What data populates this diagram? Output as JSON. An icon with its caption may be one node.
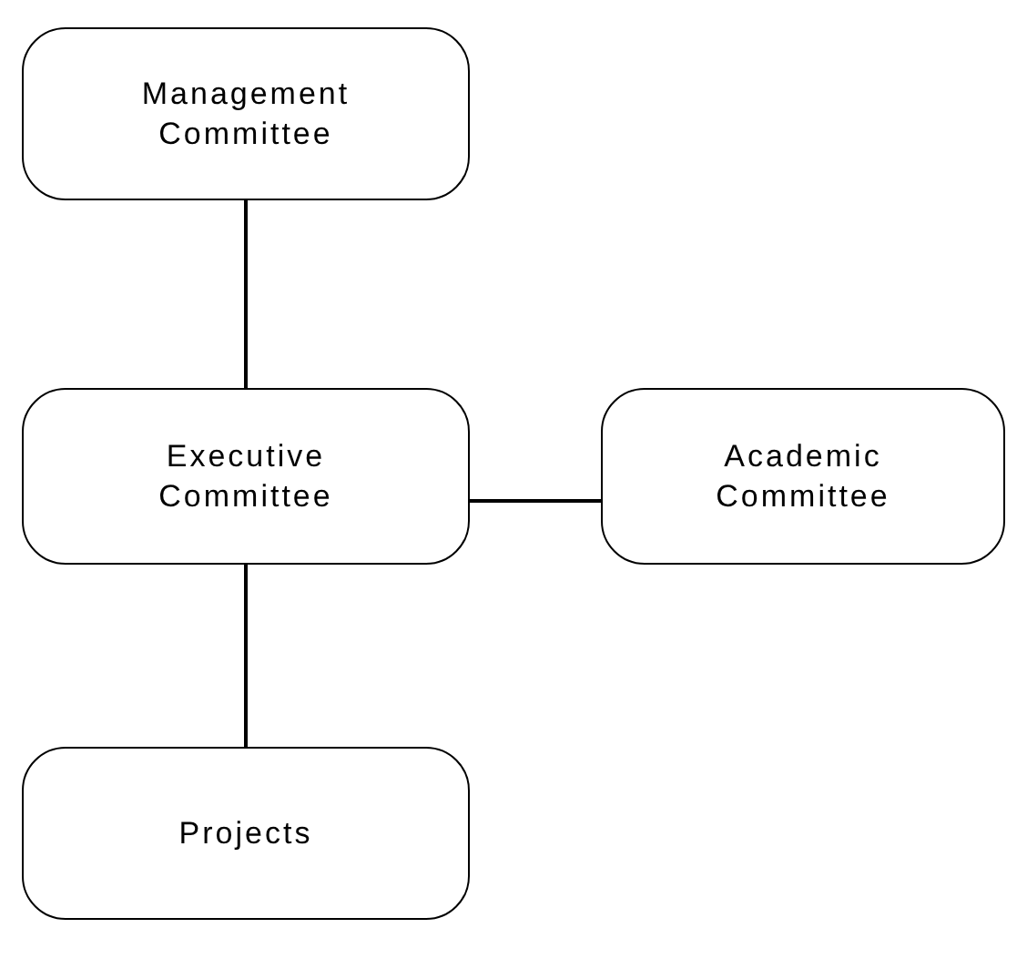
{
  "diagram": {
    "nodes": [
      {
        "text": [
          "Management Committee"
        ]
      },
      {
        "text": [
          "Executive Committee"
        ]
      },
      {
        "text": [
          "Academic Committee"
        ]
      },
      {
        "text": [
          "Projects"
        ]
      }
    ],
    "edges": [
      {
        "from": 0,
        "to": 1,
        "arrow": "none"
      },
      {
        "from": 1,
        "to": 2,
        "arrow": "none"
      },
      {
        "from": 1,
        "to": 3,
        "arrow": "none"
      }
    ]
  }
}
